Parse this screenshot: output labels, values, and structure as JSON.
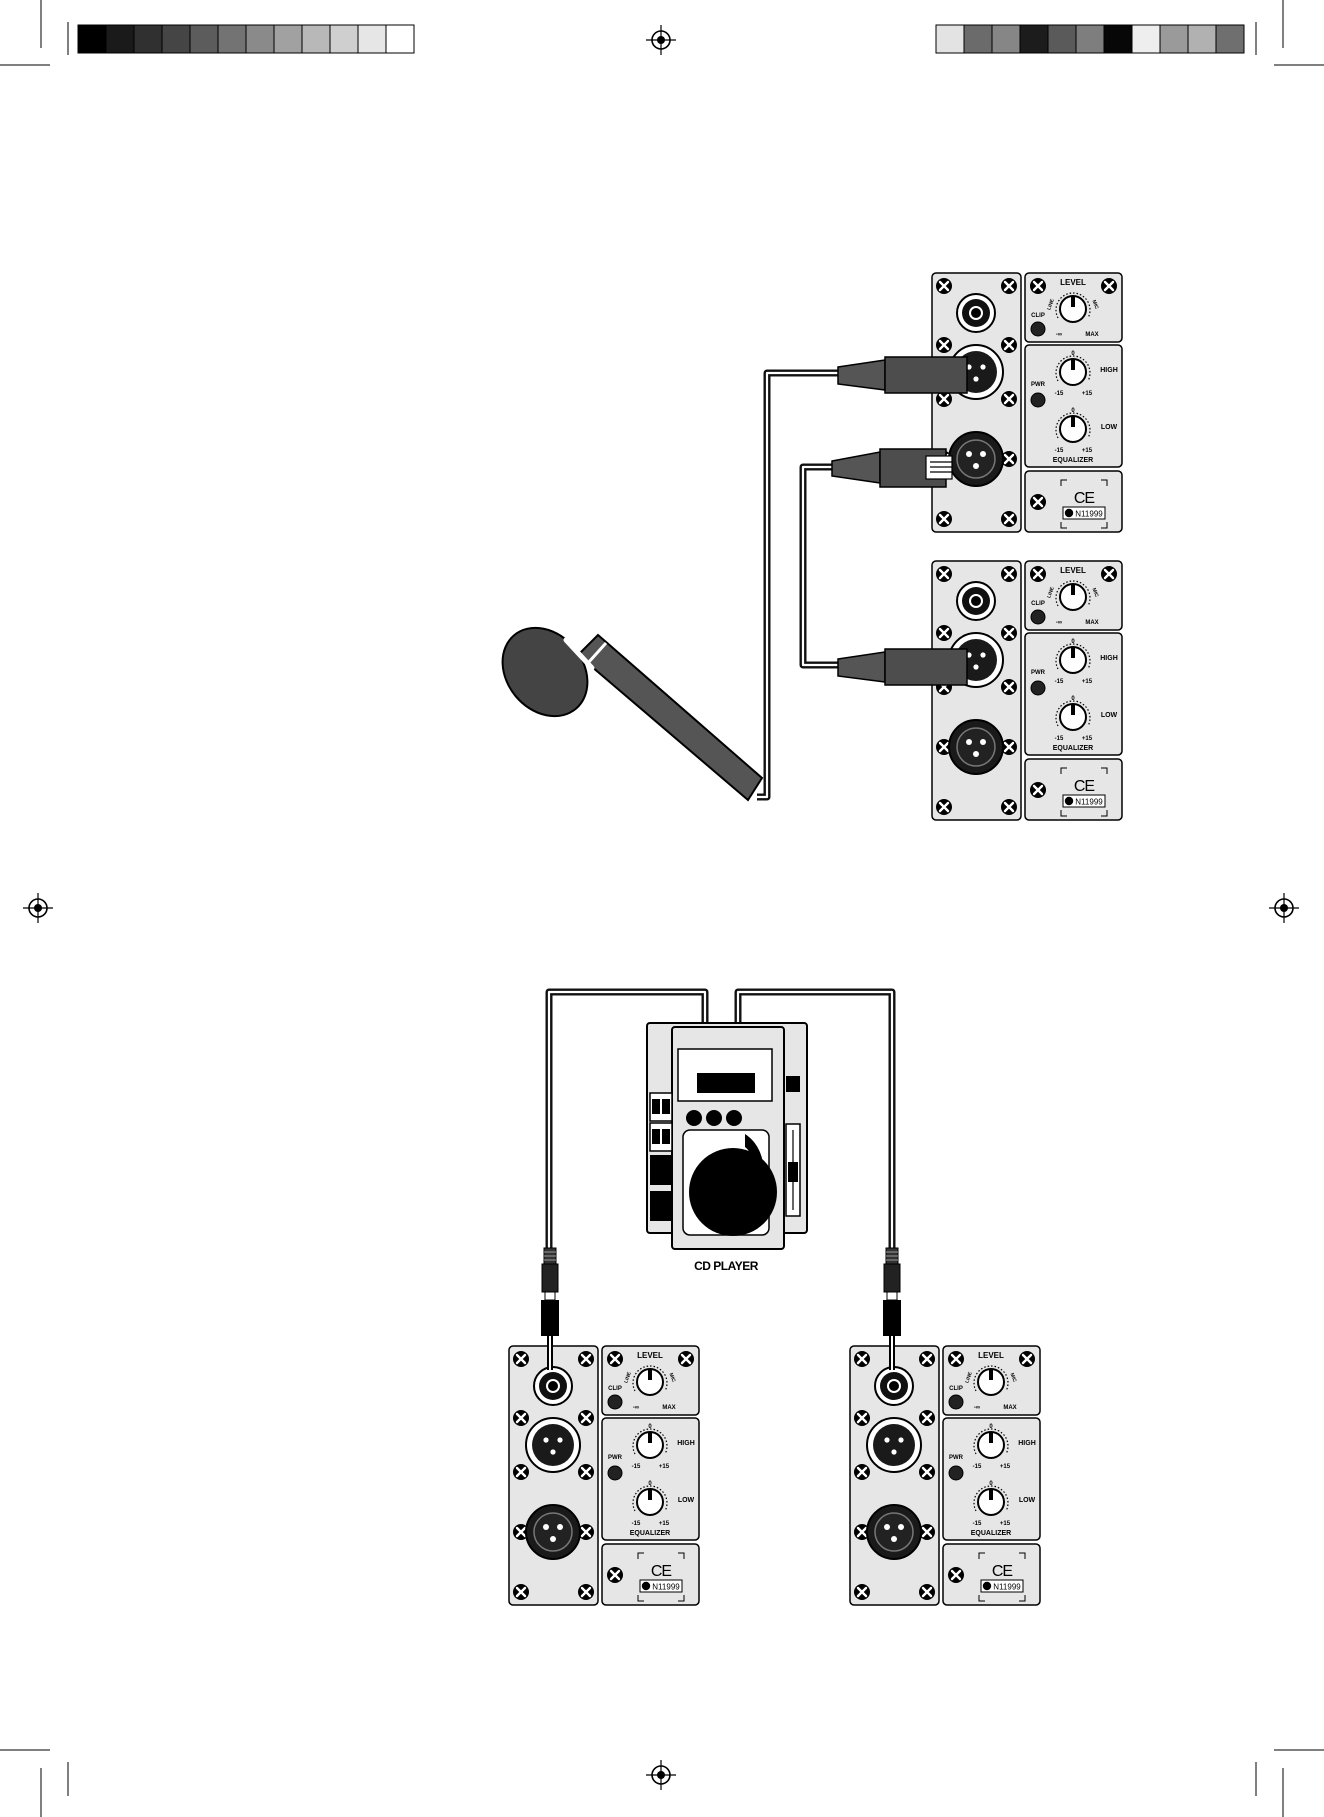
{
  "color_bars": {
    "left": [
      "#000000",
      "#1a1a1a",
      "#303030",
      "#454545",
      "#5c5c5c",
      "#737373",
      "#8a8a8a",
      "#a1a1a1",
      "#b8b8b8",
      "#cfcfcf",
      "#e6e6e6",
      "#ffffff"
    ],
    "right": [
      "#e3e3e3",
      "#6b6b6b",
      "#868686",
      "#1c1c1c",
      "#5a5a5a",
      "#7e7e7e",
      "#070707",
      "#eeeeee",
      "#9a9a9a",
      "#b1b1b1",
      "#6f6f6f"
    ]
  },
  "speaker_panel": {
    "level_label": "LEVEL",
    "clip_label": "CLIP",
    "line_label": "LINE",
    "mic_label": "MIC",
    "level_min": "-∞",
    "level_max": "MAX",
    "pwr_label": "PWR",
    "high_label": "HIGH",
    "low_label": "LOW",
    "eq_min": "-15",
    "eq_max": "+15",
    "eq_zero": "0",
    "equalizer_label": "EQUALIZER",
    "ce_mark": "CE",
    "compliance_code": "N11999"
  },
  "cd_player": {
    "label": "CD PLAYER"
  },
  "colors": {
    "panel_fill": "#e6e6e6",
    "cable": "#2b2b2b",
    "microphone": "#555555"
  }
}
